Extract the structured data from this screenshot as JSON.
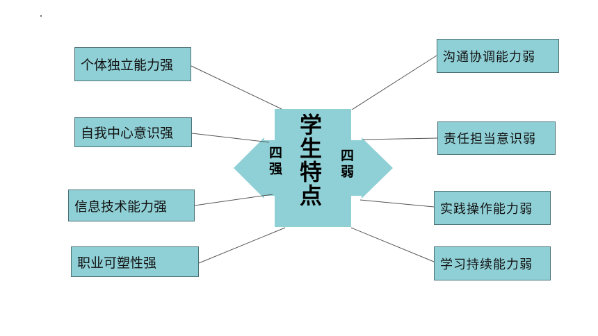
{
  "diagram": {
    "title": "学生特点",
    "left_label": "四强",
    "right_label": "四弱",
    "colors": {
      "fill": "#8fd0d6",
      "border": "#4a6f74",
      "line": "#555555"
    },
    "strengths": [
      "个体独立能力强",
      "自我中心意识强",
      "信息技术能力强",
      "职业可塑性强"
    ],
    "weaknesses": [
      "沟通协调能力弱",
      "责任担当意识弱",
      "实践操作能力弱",
      "学习持续能力弱"
    ]
  }
}
